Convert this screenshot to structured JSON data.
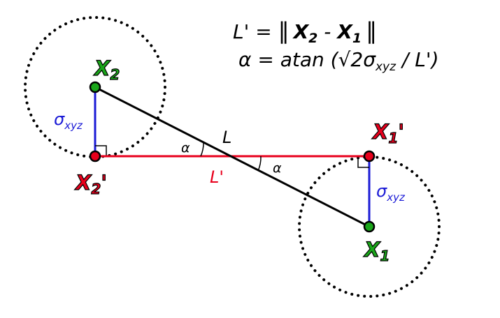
{
  "colors": {
    "red": "#e8001c",
    "green": "#1aa61a",
    "blue": "#1b1bd6",
    "black": "#000000"
  },
  "labels": {
    "x2_main": "X",
    "x2_sub": "2",
    "x2p_main": "X",
    "x2p_sub": "2",
    "x2p_prime": "'",
    "x1_main": "X",
    "x1_sub": "1",
    "x1p_main": "X",
    "x1p_sub": "1",
    "x1p_prime": "'",
    "sigma": "σ",
    "sigma_sub": "xyz",
    "L": "L",
    "L_prime": "L'",
    "alpha": "α"
  },
  "formula": {
    "line1_lhs": "L' = ",
    "line1_norm_open": "‖",
    "line1_x2": "X",
    "line1_x2_sub": "2",
    "line1_minus": " - ",
    "line1_x1": "X",
    "line1_x1_sub": "1",
    "line1_norm_close": "‖",
    "line2_lhs": "α = atan (",
    "line2_sqrt": "√2",
    "line2_sigma": "σ",
    "line2_sigma_sub": "xyz",
    "line2_rest": " / L')"
  }
}
